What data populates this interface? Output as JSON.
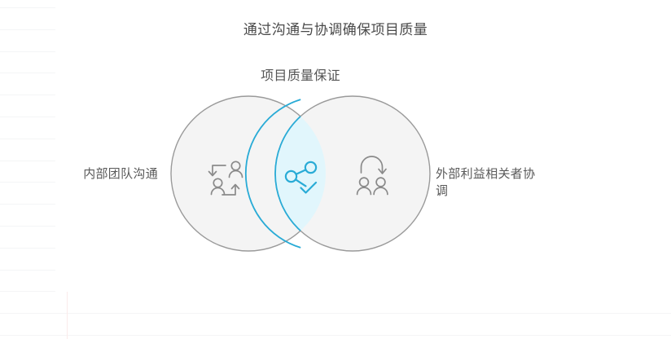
{
  "title": "通过沟通与协调确保项目质量",
  "diagram": {
    "type": "venn",
    "center_label": "项目质量保证",
    "left": {
      "label": "内部团队沟通",
      "icon": "team-exchange-icon"
    },
    "right": {
      "label": "外部利益相关者协调",
      "icon": "people-handoff-icon"
    },
    "intersection": {
      "icon": "share-check-icon"
    }
  },
  "colors": {
    "accent": "#29abd6",
    "intersection_fill": "#e1f6fc",
    "circle_stroke": "#999999",
    "circle_fill": "#f4f4f4",
    "title_text": "#4a4a4a",
    "label_text": "#595959",
    "icon_gray": "#8a8a8a",
    "rule_line": "#f4f5f6",
    "margin_line": "#fbeaea"
  }
}
